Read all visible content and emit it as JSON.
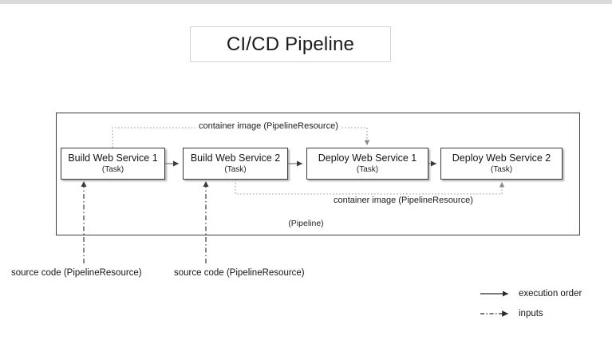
{
  "page": {
    "title": "CI/CD Pipeline",
    "background_color": "#ffffff",
    "line_color": "#3a3a3a"
  },
  "diagram": {
    "container_label": "(Pipeline)",
    "tasks": [
      {
        "name": "Build Web Service 1",
        "type": "(Task)"
      },
      {
        "name": "Build Web Service 2",
        "type": "(Task)"
      },
      {
        "name": "Deploy Web Service 1",
        "type": "(Task)"
      },
      {
        "name": "Deploy Web Service 2",
        "type": "(Task)"
      }
    ],
    "resource_labels": {
      "container_image_top": "container image (PipelineResource)",
      "container_image_bottom": "container image (PipelineResource)"
    },
    "source_inputs": [
      "source code (PipelineResource)",
      "source code (PipelineResource)"
    ]
  },
  "legend": {
    "items": [
      {
        "glyph": "solid-arrow-icon",
        "label": "execution order"
      },
      {
        "glyph": "dashdot-arrow-icon",
        "label": "inputs"
      }
    ]
  }
}
